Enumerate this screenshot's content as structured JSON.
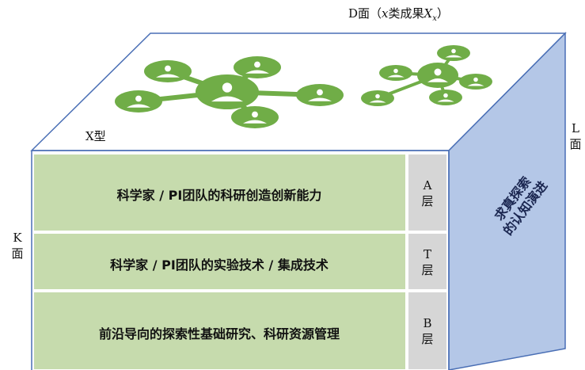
{
  "top_label": {
    "prefix": "D面（",
    "var": "x",
    "middle": "类成果",
    "sym": "X",
    "sub": "x",
    "suffix": "）"
  },
  "x_type_label": "X型",
  "left_face_label": {
    "letter": "K",
    "char": "面"
  },
  "right_face_label": {
    "letter": "L",
    "char": "面"
  },
  "layers": [
    {
      "text": "科学家 / PI团队的科研创造创新能力",
      "tag_letter": "A",
      "tag_char": "层"
    },
    {
      "text": "科学家 / PI团队的实验技术 / 集成技术",
      "tag_letter": "T",
      "tag_char": "层"
    },
    {
      "text": "前沿导向的探索性基础研究、科研资源管理",
      "tag_letter": "B",
      "tag_char": "层"
    }
  ],
  "side_text": {
    "line1": "求真探索",
    "line2": "的认知演进"
  },
  "colors": {
    "layer_fill": "#c6dbad",
    "tag_fill": "#d6d6d6",
    "side_fill": "#b4c7e7",
    "edge": "#4a6fb5",
    "network": "#70ad47"
  }
}
